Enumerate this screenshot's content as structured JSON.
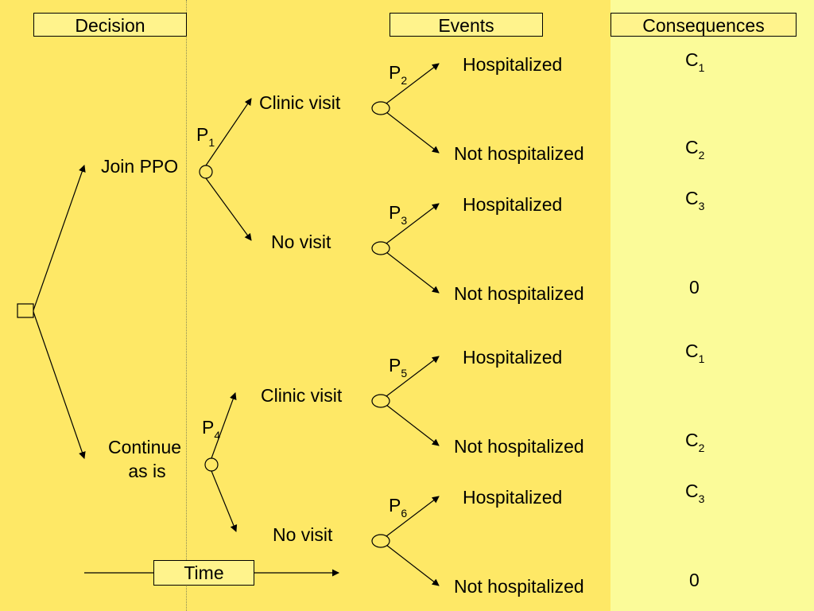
{
  "headers": {
    "decision": "Decision",
    "events": "Events",
    "consequences": "Consequences"
  },
  "decisions": {
    "join": "Join PPO",
    "continue_line1": "Continue",
    "continue_line2": "as is"
  },
  "visits": {
    "clinic": "Clinic visit",
    "none": "No visit"
  },
  "outcomes": {
    "hosp": "Hospitalized",
    "not_hosp": "Not hospitalized"
  },
  "probabilities": {
    "p1": {
      "base": "P",
      "sub": "1"
    },
    "p2": {
      "base": "P",
      "sub": "2"
    },
    "p3": {
      "base": "P",
      "sub": "3"
    },
    "p4": {
      "base": "P",
      "sub": "4"
    },
    "p5": {
      "base": "P",
      "sub": "5"
    },
    "p6": {
      "base": "P",
      "sub": "6"
    }
  },
  "consequences": [
    {
      "base": "C",
      "sub": "1"
    },
    {
      "base": "C",
      "sub": "2"
    },
    {
      "base": "C",
      "sub": "3"
    },
    {
      "base": "0",
      "sub": ""
    },
    {
      "base": "C",
      "sub": "1"
    },
    {
      "base": "C",
      "sub": "2"
    },
    {
      "base": "C",
      "sub": "3"
    },
    {
      "base": "0",
      "sub": ""
    }
  ],
  "time_label": "Time"
}
